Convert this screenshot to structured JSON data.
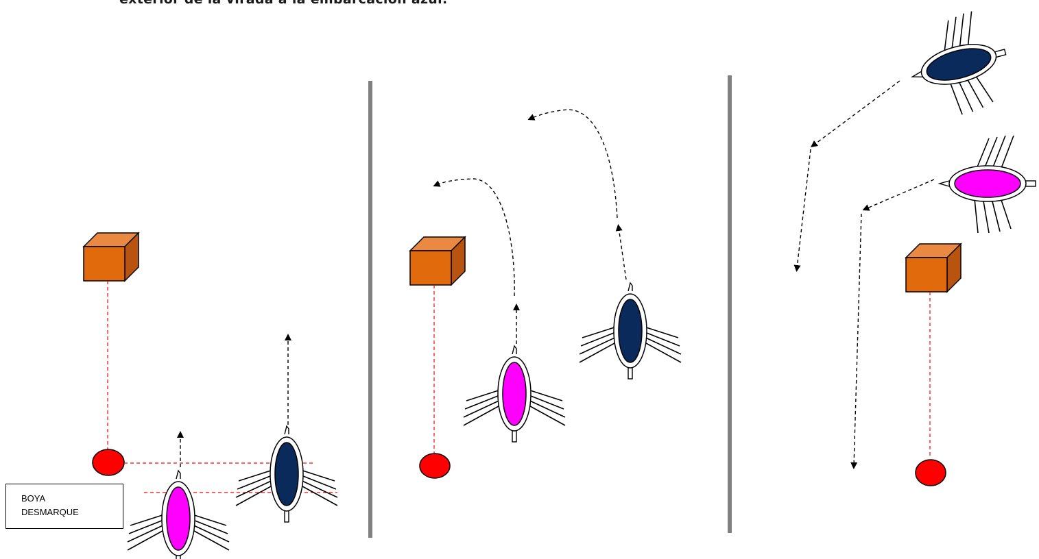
{
  "caption_line": "exterior de la virada a la embarcación azul.",
  "buoy_label": [
    "BOYA",
    "DESMARQUE"
  ],
  "colors": {
    "boat_magenta": "#ff00ff",
    "boat_navy": "#0b2a5c",
    "buoy_red": "#ff0000",
    "committee_boat_orange": "#e06a0c",
    "divider_gray": "#808080",
    "alignment_line_red": "#ff0000"
  },
  "icons": [
    "committee-boat-cube-icon",
    "desmarque-buoy-icon",
    "magenta-sailboat-icon",
    "navy-sailboat-icon",
    "course-arrow-icon"
  ]
}
